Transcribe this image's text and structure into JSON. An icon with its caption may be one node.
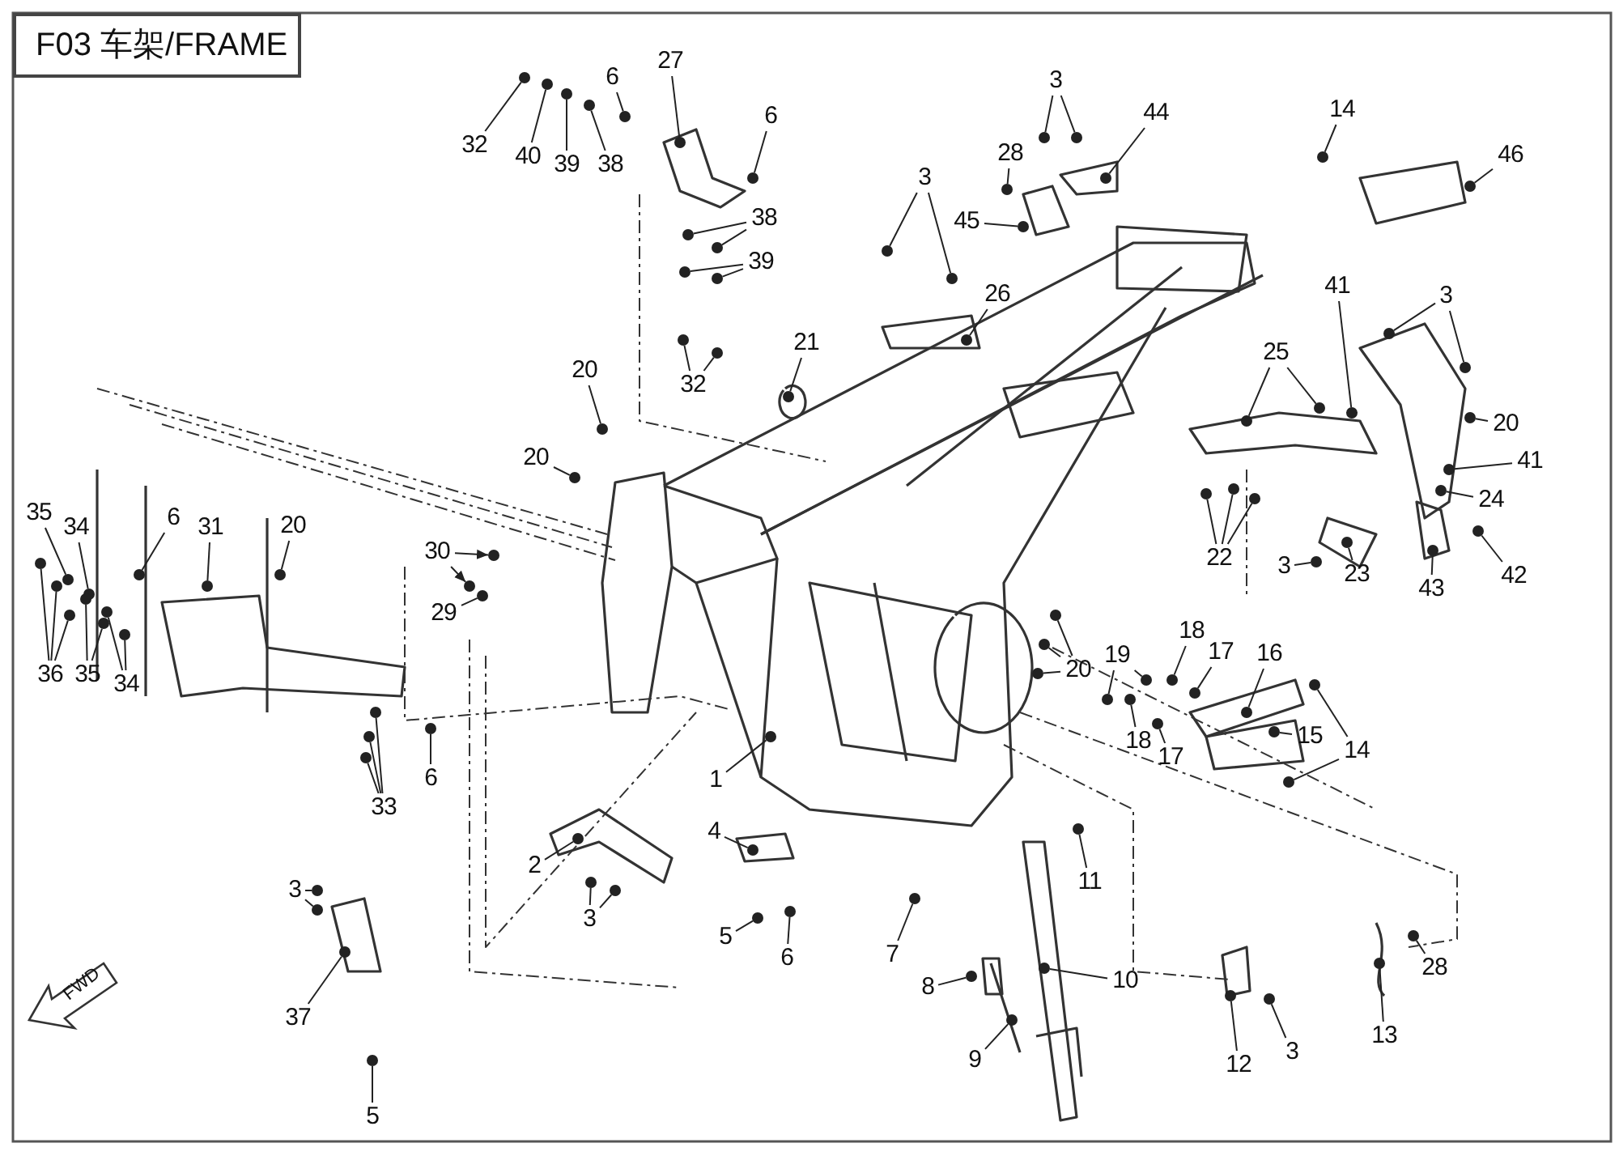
{
  "diagram": {
    "title": "F03 车架/FRAME",
    "nodes": [
      {
        "text": [
          "6"
        ]
      },
      {
        "text": [
          "27"
        ]
      },
      {
        "text": [
          "14"
        ]
      },
      {
        "text": [
          "3"
        ]
      },
      {
        "text": [
          "44"
        ]
      },
      {
        "text": [
          "6"
        ]
      },
      {
        "text": [
          "32"
        ]
      },
      {
        "text": [
          "40"
        ]
      },
      {
        "text": [
          "39"
        ]
      },
      {
        "text": [
          "38"
        ]
      },
      {
        "text": [
          "46"
        ]
      },
      {
        "text": [
          "28"
        ]
      },
      {
        "text": [
          "3"
        ]
      },
      {
        "text": [
          "45"
        ]
      },
      {
        "text": [
          "38"
        ]
      },
      {
        "text": [
          "39"
        ]
      },
      {
        "text": [
          "26"
        ]
      },
      {
        "text": [
          "41"
        ]
      },
      {
        "text": [
          "3"
        ]
      },
      {
        "text": [
          "21"
        ]
      },
      {
        "text": [
          "20"
        ]
      },
      {
        "text": [
          "32"
        ]
      },
      {
        "text": [
          "25"
        ]
      },
      {
        "text": [
          "20"
        ]
      },
      {
        "text": [
          "20"
        ]
      },
      {
        "text": [
          "41"
        ]
      },
      {
        "text": [
          "24"
        ]
      },
      {
        "text": [
          "35"
        ]
      },
      {
        "text": [
          "34"
        ]
      },
      {
        "text": [
          "6"
        ]
      },
      {
        "text": [
          "31"
        ]
      },
      {
        "text": [
          "20"
        ]
      },
      {
        "text": [
          "30"
        ]
      },
      {
        "text": [
          "22"
        ]
      },
      {
        "text": [
          "3"
        ]
      },
      {
        "text": [
          "23"
        ]
      },
      {
        "text": [
          "43"
        ]
      },
      {
        "text": [
          "42"
        ]
      },
      {
        "text": [
          "29"
        ]
      },
      {
        "text": [
          "18"
        ]
      },
      {
        "text": [
          "17"
        ]
      },
      {
        "text": [
          "16"
        ]
      },
      {
        "text": [
          "19"
        ]
      },
      {
        "text": [
          "20"
        ]
      },
      {
        "text": [
          "36"
        ]
      },
      {
        "text": [
          "35"
        ]
      },
      {
        "text": [
          "34"
        ]
      },
      {
        "text": [
          "18"
        ]
      },
      {
        "text": [
          "17"
        ]
      },
      {
        "text": [
          "15"
        ]
      },
      {
        "text": [
          "14"
        ]
      },
      {
        "text": [
          "6"
        ]
      },
      {
        "text": [
          "1"
        ]
      },
      {
        "text": [
          "33"
        ]
      },
      {
        "text": [
          "4"
        ]
      },
      {
        "text": [
          "2"
        ]
      },
      {
        "text": [
          "11"
        ]
      },
      {
        "text": [
          "3"
        ]
      },
      {
        "text": [
          "3"
        ]
      },
      {
        "text": [
          "5"
        ]
      },
      {
        "text": [
          "7"
        ]
      },
      {
        "text": [
          "6"
        ]
      },
      {
        "text": [
          "28"
        ]
      },
      {
        "text": [
          "10"
        ]
      },
      {
        "text": [
          "8"
        ]
      },
      {
        "text": [
          "37"
        ]
      },
      {
        "text": [
          "13"
        ]
      },
      {
        "text": [
          "3"
        ]
      },
      {
        "text": [
          "9"
        ]
      },
      {
        "text": [
          "12"
        ]
      },
      {
        "text": [
          "5"
        ]
      },
      {
        "text": [],
        "shape": "circle"
      },
      {
        "text": [],
        "shape": "circle"
      },
      {
        "text": [],
        "shape": "circle"
      },
      {
        "text": [],
        "shape": "circle"
      },
      {
        "text": [],
        "shape": "circle"
      },
      {
        "text": [],
        "shape": "circle"
      },
      {
        "text": [],
        "shape": "circle"
      },
      {
        "text": [],
        "shape": "circle"
      },
      {
        "text": [],
        "shape": "circle"
      },
      {
        "text": [],
        "shape": "circle"
      },
      {
        "text": [],
        "shape": "circle"
      },
      {
        "text": [],
        "shape": "circle"
      },
      {
        "text": [],
        "shape": "circle"
      },
      {
        "text": [],
        "shape": "circle"
      },
      {
        "text": [],
        "shape": "circle"
      },
      {
        "text": [],
        "shape": "circle"
      },
      {
        "text": [],
        "shape": "circle"
      },
      {
        "text": [],
        "shape": "circle"
      },
      {
        "text": [],
        "shape": "circle"
      },
      {
        "text": [],
        "shape": "circle"
      },
      {
        "text": [],
        "shape": "circle"
      },
      {
        "text": [],
        "shape": "circle"
      },
      {
        "text": [],
        "shape": "circle"
      },
      {
        "text": [],
        "shape": "circle"
      },
      {
        "text": [],
        "shape": "circle"
      },
      {
        "text": [],
        "shape": "circle"
      },
      {
        "text": [],
        "shape": "circle"
      },
      {
        "text": [],
        "shape": "circle"
      },
      {
        "text": [],
        "shape": "circle"
      },
      {
        "text": [],
        "shape": "circle"
      },
      {
        "text": [],
        "shape": "circle"
      },
      {
        "text": [],
        "shape": "circle"
      },
      {
        "text": [],
        "shape": "circle"
      },
      {
        "text": [],
        "shape": "circle"
      },
      {
        "text": [],
        "shape": "circle"
      },
      {
        "text": [],
        "shape": "circle"
      },
      {
        "text": [],
        "shape": "circle"
      },
      {
        "text": [],
        "shape": "circle"
      },
      {
        "text": [],
        "shape": "circle"
      },
      {
        "text": [],
        "shape": "circle"
      },
      {
        "text": [],
        "shape": "circle"
      },
      {
        "text": [],
        "shape": "circle"
      },
      {
        "text": [],
        "shape": "circle"
      },
      {
        "text": [],
        "shape": "circle"
      },
      {
        "text": [],
        "shape": "circle"
      },
      {
        "text": [],
        "shape": "circle"
      },
      {
        "text": [],
        "shape": "circle"
      },
      {
        "text": [],
        "shape": "circle"
      },
      {
        "text": [],
        "shape": "circle"
      },
      {
        "text": [],
        "shape": "circle"
      },
      {
        "text": [],
        "shape": "circle"
      },
      {
        "text": [],
        "shape": "circle"
      },
      {
        "text": [],
        "shape": "circle"
      },
      {
        "text": [],
        "shape": "circle"
      },
      {
        "text": [],
        "shape": "circle"
      },
      {
        "text": [],
        "shape": "circle"
      },
      {
        "text": [],
        "shape": "circle"
      },
      {
        "text": [],
        "shape": "circle"
      },
      {
        "text": [],
        "shape": "circle"
      },
      {
        "text": [],
        "shape": "circle"
      },
      {
        "text": [],
        "shape": "circle"
      },
      {
        "text": [],
        "shape": "circle"
      },
      {
        "text": [],
        "shape": "circle"
      },
      {
        "text": [],
        "shape": "circle"
      },
      {
        "text": [],
        "shape": "circle"
      },
      {
        "text": [],
        "shape": "circle"
      },
      {
        "text": [],
        "shape": "circle"
      },
      {
        "text": [],
        "shape": "circle"
      },
      {
        "text": [],
        "shape": "circle"
      },
      {
        "text": [],
        "shape": "circle"
      },
      {
        "text": [],
        "shape": "circle"
      },
      {
        "text": [],
        "shape": "circle"
      },
      {
        "text": [],
        "shape": "circle"
      },
      {
        "text": [],
        "shape": "circle"
      },
      {
        "text": [],
        "shape": "circle"
      },
      {
        "text": [],
        "shape": "circle"
      },
      {
        "text": [],
        "shape": "circle"
      },
      {
        "text": [],
        "shape": "circle"
      },
      {
        "text": [],
        "shape": "circle"
      },
      {
        "text": [],
        "shape": "circle"
      },
      {
        "text": [],
        "shape": "circle"
      },
      {
        "text": [],
        "shape": "circle"
      },
      {
        "text": [],
        "shape": "circle"
      },
      {
        "text": [],
        "shape": "circle"
      },
      {
        "text": [],
        "shape": "circle"
      },
      {
        "text": [],
        "shape": "circle"
      },
      {
        "text": [],
        "shape": "circle"
      },
      {
        "text": [],
        "shape": "circle"
      },
      {
        "text": [],
        "shape": "circle"
      },
      {
        "text": [],
        "shape": "circle"
      },
      {
        "text": [],
        "shape": "circle"
      },
      {
        "text": [],
        "shape": "circle"
      },
      {
        "text": [],
        "shape": "circle"
      }
    ],
    "edges": [
      {
        "from": 0,
        "to": 71,
        "arrow": "none"
      },
      {
        "from": 1,
        "to": 72,
        "arrow": "none"
      },
      {
        "from": 2,
        "to": 73,
        "arrow": "none"
      },
      {
        "from": 3,
        "to": 74,
        "arrow": "none"
      },
      {
        "from": 3,
        "to": 75,
        "arrow": "none"
      },
      {
        "from": 4,
        "to": 76,
        "arrow": "none"
      },
      {
        "from": 5,
        "to": 77,
        "arrow": "none"
      },
      {
        "from": 6,
        "to": 78,
        "arrow": "none"
      },
      {
        "from": 7,
        "to": 79,
        "arrow": "none"
      },
      {
        "from": 8,
        "to": 80,
        "arrow": "none"
      },
      {
        "from": 9,
        "to": 81,
        "arrow": "none"
      },
      {
        "from": 10,
        "to": 82,
        "arrow": "none"
      },
      {
        "from": 11,
        "to": 83,
        "arrow": "none"
      },
      {
        "from": 12,
        "to": 84,
        "arrow": "none"
      },
      {
        "from": 12,
        "to": 85,
        "arrow": "none"
      },
      {
        "from": 13,
        "to": 86,
        "arrow": "none"
      },
      {
        "from": 14,
        "to": 87,
        "arrow": "none"
      },
      {
        "from": 14,
        "to": 88,
        "arrow": "none"
      },
      {
        "from": 15,
        "to": 89,
        "arrow": "none"
      },
      {
        "from": 15,
        "to": 90,
        "arrow": "none"
      },
      {
        "from": 16,
        "to": 91,
        "arrow": "none"
      },
      {
        "from": 17,
        "to": 92,
        "arrow": "none"
      },
      {
        "from": 18,
        "to": 93,
        "arrow": "none"
      },
      {
        "from": 18,
        "to": 94,
        "arrow": "none"
      },
      {
        "from": 19,
        "to": 95,
        "arrow": "none"
      },
      {
        "from": 20,
        "to": 96,
        "arrow": "none"
      },
      {
        "from": 21,
        "to": 97,
        "arrow": "none"
      },
      {
        "from": 21,
        "to": 98,
        "arrow": "none"
      },
      {
        "from": 22,
        "to": 99,
        "arrow": "none"
      },
      {
        "from": 22,
        "to": 100,
        "arrow": "none"
      },
      {
        "from": 23,
        "to": 101,
        "arrow": "none"
      },
      {
        "from": 24,
        "to": 102,
        "arrow": "none"
      },
      {
        "from": 25,
        "to": 103,
        "arrow": "none"
      },
      {
        "from": 26,
        "to": 104,
        "arrow": "none"
      },
      {
        "from": 27,
        "to": 105,
        "arrow": "none"
      },
      {
        "from": 28,
        "to": 106,
        "arrow": "none"
      },
      {
        "from": 29,
        "to": 107,
        "arrow": "none"
      },
      {
        "from": 30,
        "to": 108,
        "arrow": "none"
      },
      {
        "from": 31,
        "to": 109,
        "arrow": "none"
      },
      {
        "from": 32,
        "to": 110,
        "arrow": "to"
      },
      {
        "from": 32,
        "to": 111,
        "arrow": "to"
      },
      {
        "from": 33,
        "to": 112,
        "arrow": "none"
      },
      {
        "from": 33,
        "to": 113,
        "arrow": "none"
      },
      {
        "from": 33,
        "to": 114,
        "arrow": "none"
      },
      {
        "from": 34,
        "to": 115,
        "arrow": "none"
      },
      {
        "from": 35,
        "to": 116,
        "arrow": "none"
      },
      {
        "from": 36,
        "to": 117,
        "arrow": "none"
      },
      {
        "from": 37,
        "to": 118,
        "arrow": "none"
      },
      {
        "from": 38,
        "to": 119,
        "arrow": "none"
      },
      {
        "from": 39,
        "to": 120,
        "arrow": "none"
      },
      {
        "from": 40,
        "to": 121,
        "arrow": "none"
      },
      {
        "from": 41,
        "to": 122,
        "arrow": "none"
      },
      {
        "from": 42,
        "to": 123,
        "arrow": "none"
      },
      {
        "from": 42,
        "to": 124,
        "arrow": "none"
      },
      {
        "from": 43,
        "to": 125,
        "arrow": "none"
      },
      {
        "from": 43,
        "to": 126,
        "arrow": "none"
      },
      {
        "from": 43,
        "to": 127,
        "arrow": "none"
      },
      {
        "from": 44,
        "to": 128,
        "arrow": "none"
      },
      {
        "from": 44,
        "to": 129,
        "arrow": "none"
      },
      {
        "from": 44,
        "to": 130,
        "arrow": "none"
      },
      {
        "from": 45,
        "to": 131,
        "arrow": "none"
      },
      {
        "from": 45,
        "to": 132,
        "arrow": "none"
      },
      {
        "from": 46,
        "to": 133,
        "arrow": "none"
      },
      {
        "from": 46,
        "to": 134,
        "arrow": "none"
      },
      {
        "from": 47,
        "to": 135,
        "arrow": "none"
      },
      {
        "from": 48,
        "to": 136,
        "arrow": "none"
      },
      {
        "from": 49,
        "to": 137,
        "arrow": "none"
      },
      {
        "from": 50,
        "to": 138,
        "arrow": "none"
      },
      {
        "from": 50,
        "to": 139,
        "arrow": "none"
      },
      {
        "from": 51,
        "to": 140,
        "arrow": "none"
      },
      {
        "from": 52,
        "to": 141,
        "arrow": "none"
      },
      {
        "from": 53,
        "to": 142,
        "arrow": "none"
      },
      {
        "from": 53,
        "to": 143,
        "arrow": "none"
      },
      {
        "from": 53,
        "to": 144,
        "arrow": "none"
      },
      {
        "from": 54,
        "to": 145,
        "arrow": "none"
      },
      {
        "from": 55,
        "to": 146,
        "arrow": "none"
      },
      {
        "from": 56,
        "to": 147,
        "arrow": "none"
      },
      {
        "from": 57,
        "to": 148,
        "arrow": "none"
      },
      {
        "from": 57,
        "to": 149,
        "arrow": "none"
      },
      {
        "from": 58,
        "to": 150,
        "arrow": "none"
      },
      {
        "from": 58,
        "to": 151,
        "arrow": "none"
      },
      {
        "from": 59,
        "to": 152,
        "arrow": "none"
      },
      {
        "from": 60,
        "to": 153,
        "arrow": "none"
      },
      {
        "from": 61,
        "to": 154,
        "arrow": "none"
      },
      {
        "from": 62,
        "to": 155,
        "arrow": "none"
      },
      {
        "from": 63,
        "to": 156,
        "arrow": "none"
      },
      {
        "from": 64,
        "to": 157,
        "arrow": "none"
      },
      {
        "from": 65,
        "to": 158,
        "arrow": "none"
      },
      {
        "from": 66,
        "to": 159,
        "arrow": "none"
      },
      {
        "from": 67,
        "to": 160,
        "arrow": "none"
      },
      {
        "from": 68,
        "to": 161,
        "arrow": "none"
      },
      {
        "from": 69,
        "to": 162,
        "arrow": "none"
      },
      {
        "from": 70,
        "to": 163,
        "arrow": "none"
      }
    ],
    "labels": [
      "FWD"
    ]
  }
}
